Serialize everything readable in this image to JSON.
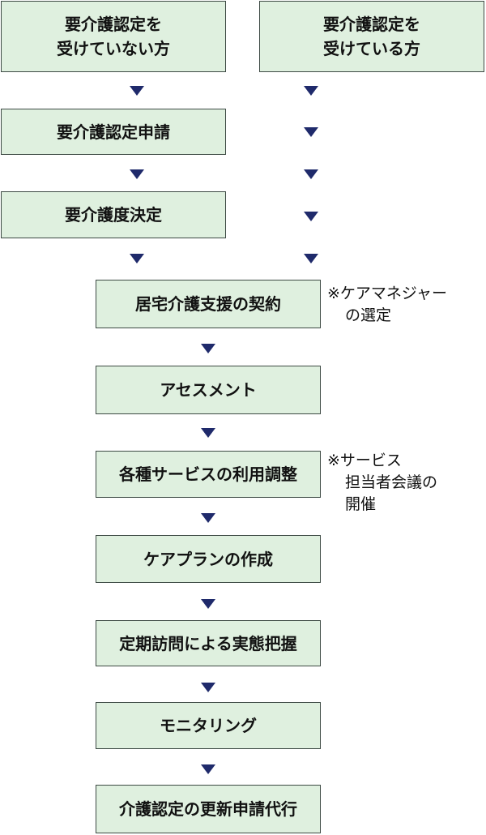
{
  "columns": {
    "left_header": [
      "要介護認定を",
      "受けていない方"
    ],
    "right_header": [
      "要介護認定を",
      "受けている方"
    ]
  },
  "steps": [
    "要介護認定申請",
    "要介護度決定",
    "居宅介護支援の契約",
    "アセスメント",
    "各種サービスの利用調整",
    "ケアプランの作成",
    "定期訪問による実態把握",
    "モニタリング",
    "介護認定の更新申請代行"
  ],
  "notes": {
    "care_manager": [
      "※ケアマネジャー",
      "の選定"
    ],
    "service_meeting": [
      "※サービス",
      "担当者会議の",
      "開催"
    ]
  },
  "colors": {
    "box_fill": "#dff0df",
    "box_border": "#3d4a44",
    "arrow": "#1f2a6b"
  }
}
